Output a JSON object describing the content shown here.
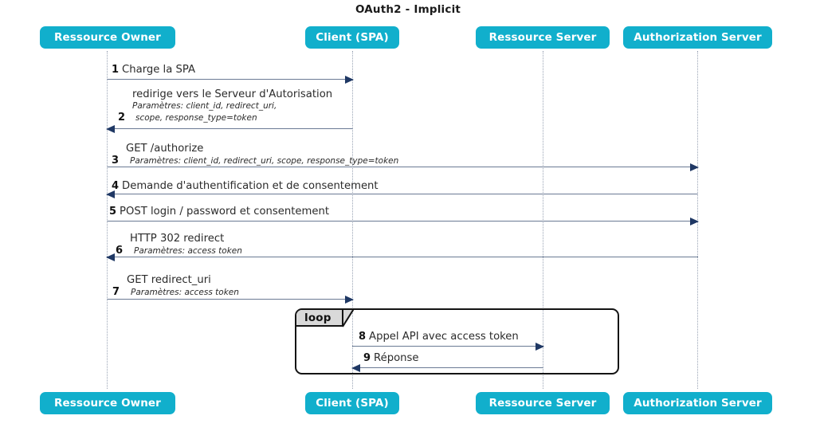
{
  "title": "OAuth2 - Implicit",
  "participants": [
    {
      "id": "owner",
      "label": "Ressource Owner"
    },
    {
      "id": "client",
      "label": "Client (SPA)"
    },
    {
      "id": "rs",
      "label": "Ressource Server"
    },
    {
      "id": "as",
      "label": "Authorization Server"
    }
  ],
  "colors": {
    "participant_bg": "#11AFCC",
    "participant_text": "#FFFFFF",
    "message_line": "#6A7A94",
    "arrowhead": "#1F3864",
    "lifeline": "#9AA4B5",
    "loop_border": "#141414",
    "loop_tab_bg": "#D9D9D9",
    "title_text": "#1A1A1A"
  },
  "fragment": {
    "label": "loop"
  },
  "messages": [
    {
      "num": "1",
      "text": "Charge la SPA",
      "params": [],
      "from": "owner",
      "to": "client",
      "direction": "right"
    },
    {
      "num": "2",
      "text": "redirige vers le Serveur d'Autorisation",
      "params": [
        "Paramètres: client_id, redirect_uri,",
        "scope, response_type=token"
      ],
      "from": "client",
      "to": "owner",
      "direction": "left"
    },
    {
      "num": "3",
      "text": "GET /authorize",
      "params": [
        "Paramètres: client_id, redirect_uri, scope, response_type=token"
      ],
      "from": "owner",
      "to": "as",
      "direction": "right"
    },
    {
      "num": "4",
      "text": "Demande d'authentification et de consentement",
      "params": [],
      "from": "as",
      "to": "owner",
      "direction": "left"
    },
    {
      "num": "5",
      "text": "POST login / password et consentement",
      "params": [],
      "from": "owner",
      "to": "as",
      "direction": "right"
    },
    {
      "num": "6",
      "text": "HTTP 302 redirect",
      "params": [
        "Paramètres: access token"
      ],
      "from": "as",
      "to": "owner",
      "direction": "left"
    },
    {
      "num": "7",
      "text": "GET redirect_uri",
      "params": [
        "Paramètres: access token"
      ],
      "from": "owner",
      "to": "client",
      "direction": "right"
    },
    {
      "num": "8",
      "text": "Appel API avec access token",
      "params": [],
      "from": "client",
      "to": "rs",
      "direction": "right"
    },
    {
      "num": "9",
      "text": "Réponse",
      "params": [],
      "from": "rs",
      "to": "client",
      "direction": "left"
    }
  ]
}
